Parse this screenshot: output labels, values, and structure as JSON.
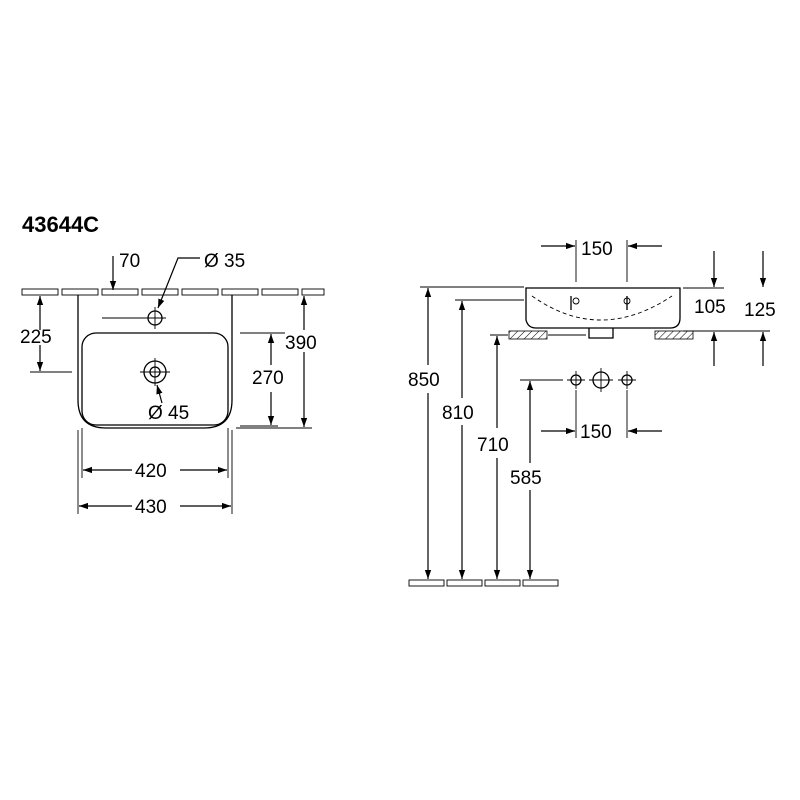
{
  "model": "43644C",
  "plan_view": {
    "tap_offset": "70",
    "tap_hole": "Ø 35",
    "waste_hole": "Ø 45",
    "depth_to_tap": "225",
    "bowl_depth": "270",
    "overall_depth": "390",
    "bowl_width": "420",
    "overall_width": "430"
  },
  "side_view": {
    "tap_spacing_top": "150",
    "rim_height_inner": "105",
    "rim_height_outer": "125",
    "floor_to_top": "850",
    "floor_to_rim": "810",
    "floor_to_bottom": "710",
    "floor_to_fittings": "585",
    "fitting_spacing": "150"
  }
}
